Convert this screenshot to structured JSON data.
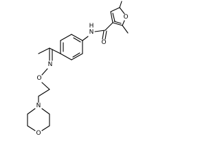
{
  "atoms": {
    "amide_n": "N",
    "amide_h": "H",
    "carbonyl_o": "O",
    "furan_o": "O",
    "oxime_n": "N",
    "oxime_o": "O",
    "morpholine_n": "N",
    "morpholine_o": "O"
  }
}
